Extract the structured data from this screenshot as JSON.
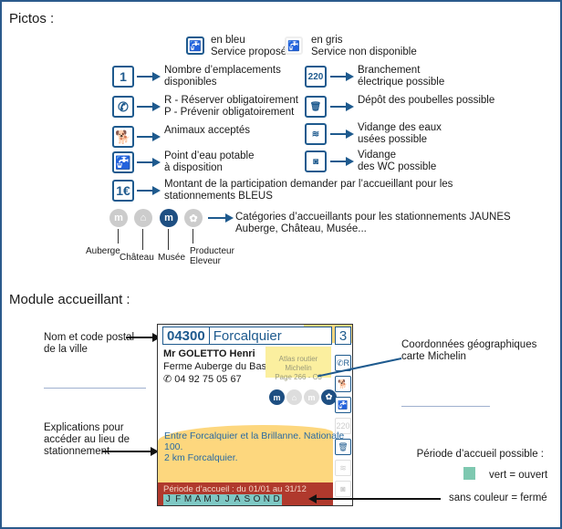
{
  "pictos": {
    "title": "Pictos :",
    "legend": {
      "blue_line1": "en bleu",
      "blue_line2": "Service proposé",
      "gray_line1": "en gris",
      "gray_line2": "Service non disponible"
    },
    "left": [
      {
        "icon": "number-1-icon",
        "glyph": "1",
        "line1": "Nombre d’emplacements",
        "line2": "disponibles"
      },
      {
        "icon": "phone-icon",
        "glyph": "✆",
        "line1": "R - Réserver obligatoirement",
        "line2": "P - Prévenir obligatoirement"
      },
      {
        "icon": "dog-icon",
        "glyph": "🐕",
        "line1": "Animaux acceptés",
        "line2": ""
      },
      {
        "icon": "water-tap-icon",
        "glyph": "🚰",
        "line1": "Point d’eau potable",
        "line2": "à disposition"
      },
      {
        "icon": "euro-icon",
        "glyph": "1€",
        "line1": "Montant de la participation demander par l’accueillant pour les",
        "line2": "stationnements BLEUS"
      }
    ],
    "right": [
      {
        "icon": "electric-plug-icon",
        "glyph": "220",
        "line1": "Branchement",
        "line2": "électrique possible"
      },
      {
        "icon": "trash-icon",
        "glyph": "🗑",
        "line1": "Dépôt des poubelles possible",
        "line2": ""
      },
      {
        "icon": "wastewater-icon",
        "glyph": "≋",
        "line1": "Vidange des eaux",
        "line2": "usées possible"
      },
      {
        "icon": "wc-drain-icon",
        "glyph": "◙",
        "line1": "Vidange",
        "line2": "des WC possible"
      }
    ],
    "categories": {
      "line1": "Catégories d’accueillants pour les stationnements JAUNES",
      "line2": "Auberge, Château, Musée...",
      "items": [
        {
          "label": "Auberge",
          "glyph": "m"
        },
        {
          "label": "Château",
          "glyph": "⌂"
        },
        {
          "label": "Musée",
          "glyph": "m"
        },
        {
          "label": "Producteur",
          "label2": "Eleveur",
          "glyph": "✿"
        }
      ]
    }
  },
  "module": {
    "title": "Module accueillant :",
    "card": {
      "postal_code": "04300",
      "city": "Forcalquier",
      "places": "3",
      "host": "Mr GOLETTO Henri",
      "business": "Ferme Auberge du Baschalus",
      "phone": "✆ 04 92 75 05 67",
      "map_ref_line1": "Atlas routier Michelin",
      "map_ref_line2": "Page 266 - C3",
      "directions_line1": "Entre Forcalquier et la Brillanne. Nationale 100.",
      "directions_line2": "2 km Forcalquier.",
      "period": "Période d’accueil :  du 01/01 au 31/12",
      "months": [
        "J",
        "F",
        "M",
        "A",
        "M",
        "J",
        "J",
        "A",
        "S",
        "O",
        "N",
        "D"
      ],
      "side_icons": [
        "phone-reserve-icon",
        "dog-icon",
        "water-tap-icon",
        "electric-plug-icon",
        "trash-icon",
        "wastewater-icon",
        "wc-drain-icon"
      ],
      "side_glyphs": [
        "✆R",
        "🐕",
        "🚰",
        "220",
        "🗑",
        "≋",
        "◙"
      ],
      "side_available": [
        true,
        true,
        true,
        false,
        true,
        false,
        false
      ]
    },
    "annotations": {
      "city_line1": "Nom et code postal",
      "city_line2": "de la ville",
      "access_line1": "Explications pour",
      "access_line2": "accéder au lieu de",
      "access_line3": "stationnement",
      "coords_line1": "Coordonnées géographiques",
      "coords_line2": "carte Michelin",
      "period_title": "Période d’accueil possible :",
      "open": "vert = ouvert",
      "closed": "sans couleur = fermé"
    }
  },
  "colors": {
    "blue": "#1e5a8e",
    "yellow": "#fdd77e",
    "red": "#b0392d",
    "green": "#7ec8b0"
  }
}
